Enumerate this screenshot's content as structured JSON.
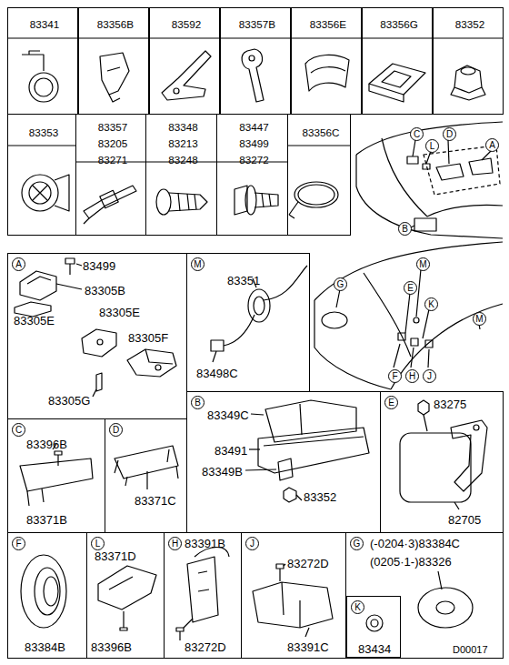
{
  "diagram": {
    "nodes": [
      {
        "text": [
          "83341"
        ]
      },
      {
        "text": [
          "83356B"
        ]
      },
      {
        "text": [
          "83592"
        ]
      },
      {
        "text": [
          "83357B"
        ]
      },
      {
        "text": [
          "83356E"
        ]
      },
      {
        "text": [
          "83356G"
        ]
      },
      {
        "text": [
          "83352"
        ]
      },
      {
        "text": [
          "83353"
        ]
      },
      {
        "text": [
          "83357",
          "83205",
          "83271"
        ]
      },
      {
        "text": [
          "83348",
          "83213",
          "83248"
        ]
      },
      {
        "text": [
          "83447",
          "83499",
          "83272"
        ]
      },
      {
        "text": [
          "83356C"
        ]
      },
      {
        "text": [
          "A",
          "83499",
          "83305B",
          "83305E",
          "83305E",
          "83305F",
          "83305G"
        ]
      },
      {
        "text": [
          "M",
          "83351",
          "83498C"
        ]
      },
      {
        "text": [
          "B",
          "83349C",
          "83491",
          "83349B",
          "83352"
        ]
      },
      {
        "text": [
          "C",
          "83396B",
          "83371B"
        ]
      },
      {
        "text": [
          "D",
          "83371C"
        ]
      },
      {
        "text": [
          "E",
          "83275",
          "82705"
        ]
      },
      {
        "text": [
          "F",
          "83384B"
        ]
      },
      {
        "text": [
          "L",
          "83371D",
          "83396B"
        ]
      },
      {
        "text": [
          "H",
          "83391B",
          "83272D"
        ]
      },
      {
        "text": [
          "J",
          "83272D",
          "83391C"
        ]
      },
      {
        "text": [
          "G",
          "(-0204·3)83384C",
          "(0205·1-)83326"
        ]
      },
      {
        "text": [
          "K",
          "83434"
        ],
        "in": 22
      }
    ],
    "labels": [
      "C",
      "L",
      "D",
      "A",
      "B",
      "G",
      "M",
      "E",
      "K",
      "M",
      "F",
      "H",
      "J",
      "D00017"
    ]
  }
}
